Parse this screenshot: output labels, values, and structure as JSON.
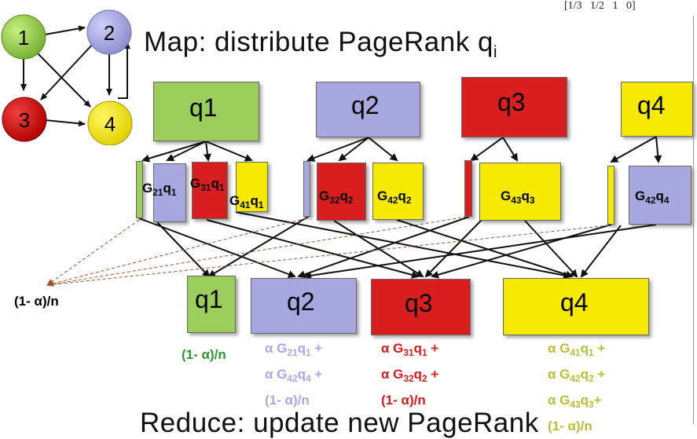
{
  "colors": {
    "green": "#9ACD5A",
    "lavender": "#A8A8E0",
    "red": "#D81E1E",
    "yellow": "#F5EA00",
    "formula_green": "#2E9A2E",
    "formula_lavender": "#A8A8E8",
    "formula_red": "#E01818",
    "formula_yellow": "#B8C030",
    "dashed": "#A0522D"
  },
  "matrix_row": "1/3   1/2   1   0",
  "graph": {
    "nodes": [
      "1",
      "2",
      "3",
      "4"
    ]
  },
  "map_title": "Map: distribute PageRank q",
  "map_title_sub": "i",
  "reduce_title": "Reduce: update new PageRank",
  "top_boxes": [
    "q1",
    "q2",
    "q3",
    "q4"
  ],
  "map_outputs": {
    "g21": {
      "main": "G",
      "sub": "21",
      "q": "q",
      "qsub": "1"
    },
    "g31": {
      "main": "G",
      "sub": "31",
      "q": "q",
      "qsub": "1"
    },
    "g41": {
      "main": "G",
      "sub": "41",
      "q": "q",
      "qsub": "1"
    },
    "g32": {
      "main": "G",
      "sub": "32",
      "q": "q",
      "qsub": "2"
    },
    "g42": {
      "main": "G",
      "sub": "42",
      "q": "q",
      "qsub": "2"
    },
    "g43": {
      "main": "G",
      "sub": "43",
      "q": "q",
      "qsub": "3"
    },
    "g42b": {
      "main": "G",
      "sub": "42",
      "q": "q",
      "qsub": "4"
    }
  },
  "teleport_label": "(1- α)/n",
  "bottom_boxes": [
    "q1",
    "q2",
    "q3",
    "q4"
  ],
  "formulas": {
    "q1": [
      "(1- α)/n"
    ],
    "q2": [
      "α G21q1 +",
      "α G42q4 +",
      "(1- α)/n"
    ],
    "q3": [
      "α G31q1 +",
      "α G32q2 +",
      "(1- α)/n"
    ],
    "q4": [
      "α G41q1 +",
      "α G42q2 +",
      "α G43q3+",
      "(1- α)/n"
    ]
  }
}
